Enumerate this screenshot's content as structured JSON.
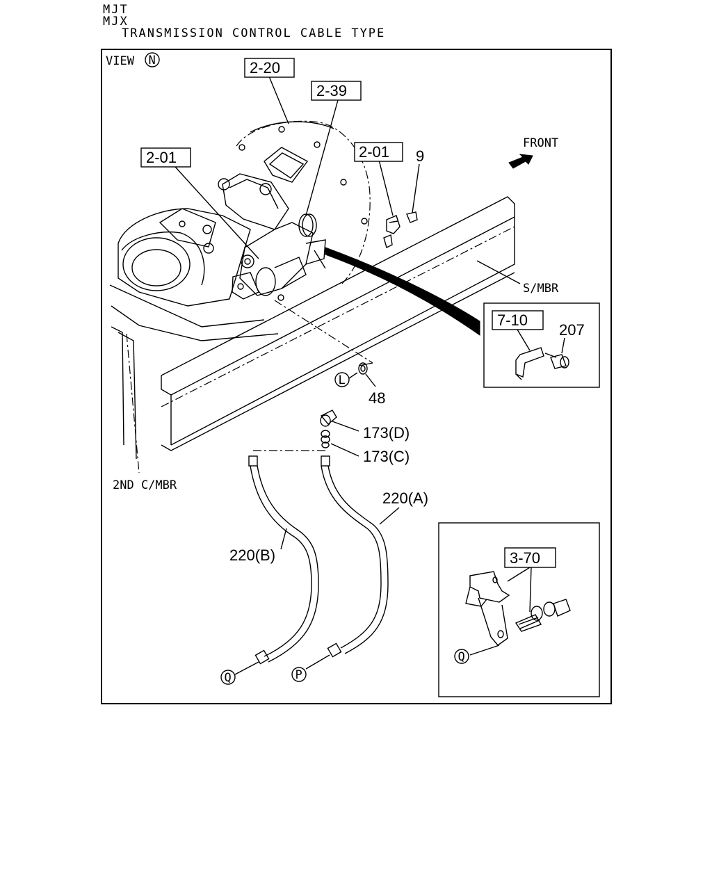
{
  "header": {
    "line1": "MJT",
    "line2": "MJX",
    "line3": "TRANSMISSION CONTROL CABLE TYPE"
  },
  "view": {
    "label": "VIEW",
    "letter": "N"
  },
  "direction": "FRONT",
  "ref_boxes": {
    "r2_20": "2-20",
    "r2_39": "2-39",
    "r2_01_left": "2-01",
    "r2_01_right": "2-01",
    "r7_10": "7-10",
    "r3_70": "3-70"
  },
  "parts": {
    "p9": "9",
    "p207": "207",
    "p48": "48",
    "p173d": "173(D)",
    "p173c": "173(C)",
    "p220a": "220(A)",
    "p220b": "220(B)"
  },
  "members": {
    "smbr": "S/MBR",
    "c2mbr": "2ND C/MBR"
  },
  "markers": {
    "L": "L",
    "P": "P",
    "Q1": "Q",
    "Q2": "Q"
  }
}
